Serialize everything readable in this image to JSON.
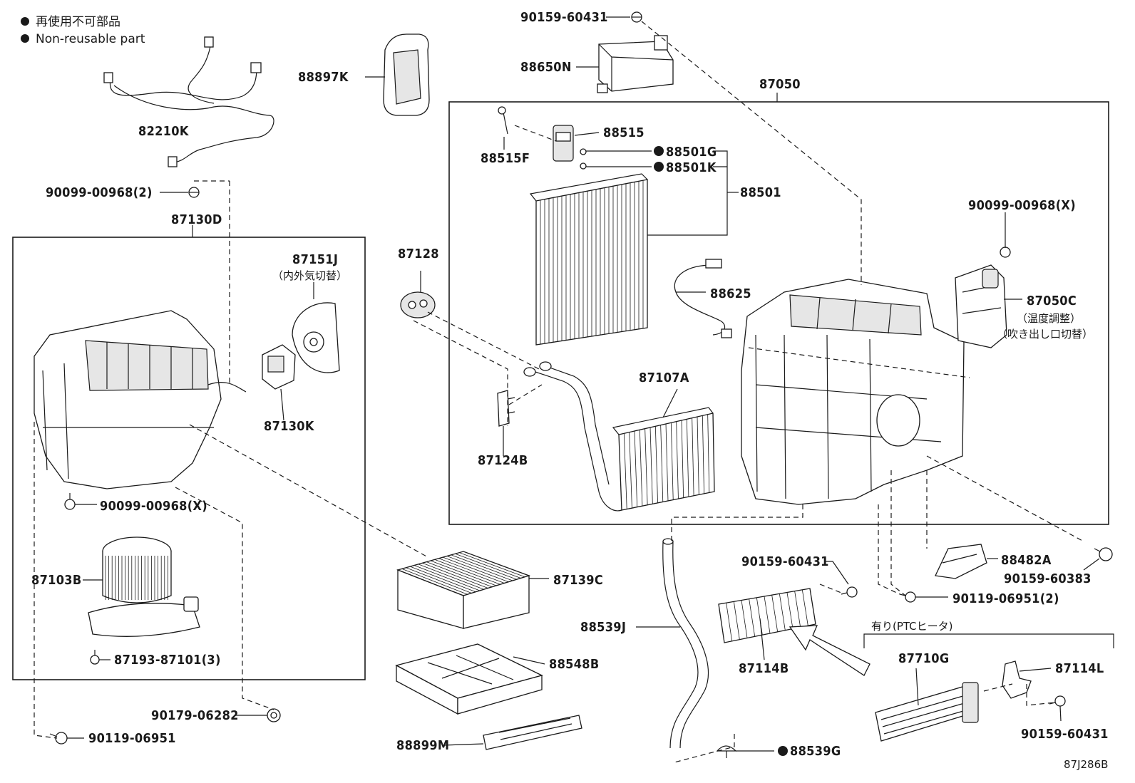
{
  "legend": {
    "line_ja": "再使用不可部品",
    "line_en": "Non-reusable part"
  },
  "labels": {
    "p90159_60431_top": "90159-60431",
    "p88650N": "88650N",
    "p88897K": "88897K",
    "p82210K": "82210K",
    "p87050": "87050",
    "p88515": "88515",
    "p88515F": "88515F",
    "p88501G": "88501G",
    "p88501K": "88501K",
    "p88501": "88501",
    "p90099_00968_2": "90099-00968(2)",
    "p87130D": "87130D",
    "p87151J": "87151J",
    "p87151J_note": "（内外気切替）",
    "p87128": "87128",
    "p88625": "88625",
    "p90099_00968_X_right": "90099-00968(X)",
    "p87050C": "87050C",
    "p87050C_note1": "（温度調整）",
    "p87050C_note2": "（吹き出し口切替）",
    "p87107A": "87107A",
    "p87130K": "87130K",
    "p87124B": "87124B",
    "p90099_00968_X_left": "90099-00968(X)",
    "p87103B": "87103B",
    "p87139C": "87139C",
    "p88482A": "88482A",
    "p90159_60431_mid": "90159-60431",
    "p90159_60383": "90159-60383",
    "p90119_06951_2": "90119-06951(2)",
    "p88539J": "88539J",
    "p87193_87101_3": "87193-87101(3)",
    "p88548B": "88548B",
    "p87114B": "87114B",
    "ptc_group": "有り(PTCヒータ)",
    "p87710G": "87710G",
    "p87114L": "87114L",
    "p90179_06282": "90179-06282",
    "p90119_06951": "90119-06951",
    "p88899M": "88899M",
    "p88539G": "88539G",
    "p90159_60431_bottom": "90159-60431",
    "diagram_code": "87J286B"
  }
}
